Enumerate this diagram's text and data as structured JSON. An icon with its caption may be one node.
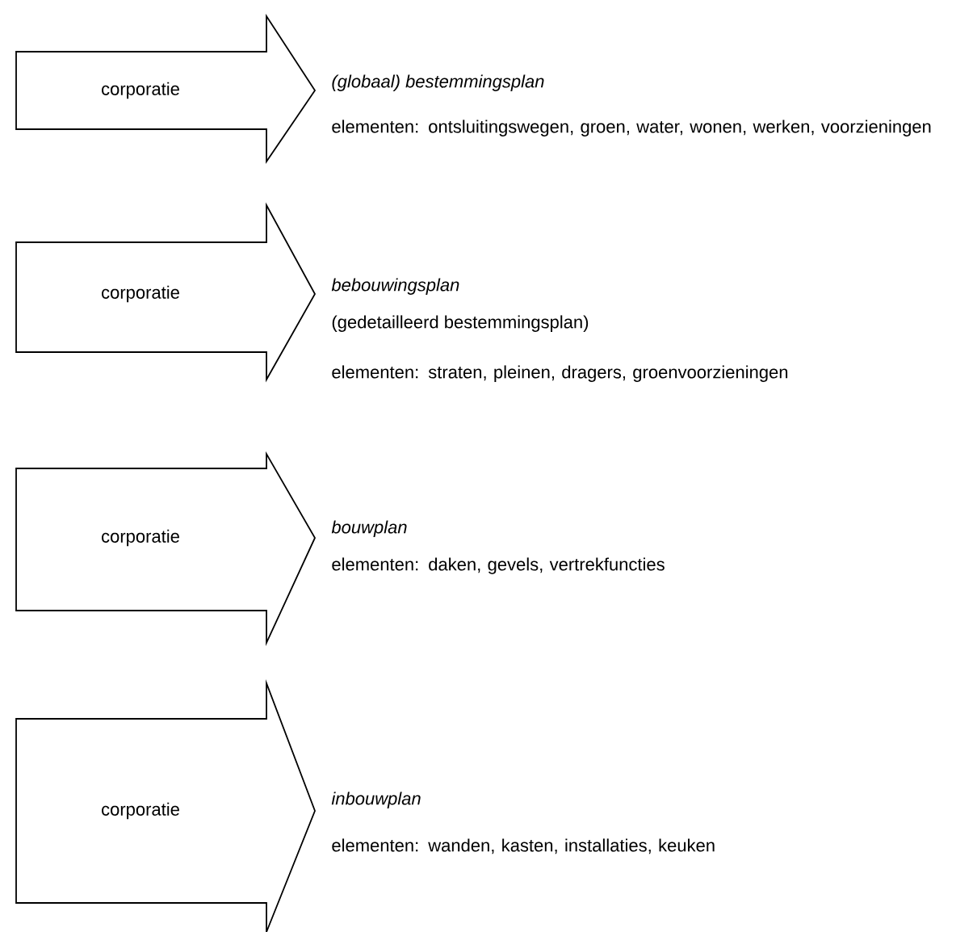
{
  "diagram": {
    "nodes": [
      {
        "text": [
          "corporatie"
        ],
        "beside": [
          "(globaal) bestemmingsplan",
          "elementen: ontsluitingswegen, groen, water, wonen, werken, voorzieningen"
        ]
      },
      {
        "text": [
          "corporatie"
        ],
        "beside": [
          "bebouwingsplan",
          "(gedetailleerd bestemmingsplan)",
          "elementen: straten, pleinen, dragers, groenvoorzieningen"
        ]
      },
      {
        "text": [
          "corporatie"
        ],
        "beside": [
          "bouwplan",
          "elementen: daken, gevels, vertrekfuncties"
        ]
      },
      {
        "text": [
          "corporatie"
        ],
        "beside": [
          "inbouwplan",
          "elementen: wanden, kasten, installaties, keuken"
        ]
      }
    ]
  }
}
